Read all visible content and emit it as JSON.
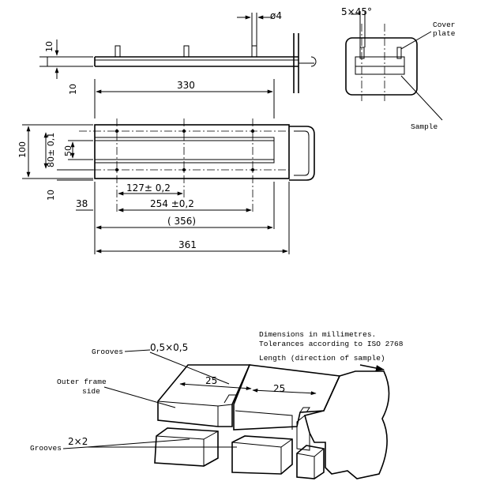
{
  "side_view": {
    "dia": "ø4",
    "v10_top": "10",
    "v10_bot": "10"
  },
  "end_view": {
    "chamfer": "5×45°",
    "cover_plate_l1": "Cover",
    "cover_plate_l2": "plate",
    "sample": "Sample"
  },
  "plan_view": {
    "d330": "330",
    "d100": "100",
    "d80": "80± 0,1",
    "d50": "50",
    "d10": "10",
    "d127": "127± 0,2",
    "d254": "254 ±0,2",
    "d38": "38",
    "d356": "( 356)",
    "d361": "361"
  },
  "detail": {
    "note_line1": "Dimensions in millimetres.",
    "note_line2": "Tolerances according to ISO 2768",
    "note_line3": "Length (direction of sample)",
    "grooves_top": "Grooves",
    "groove_size_top": "0,5×0,5",
    "outer_frame_l1": "Outer frame",
    "outer_frame_l2": "side",
    "d25a": "25",
    "d25b": "25",
    "grooves_bottom": "Grooves",
    "groove_size_bottom": "2×2"
  }
}
